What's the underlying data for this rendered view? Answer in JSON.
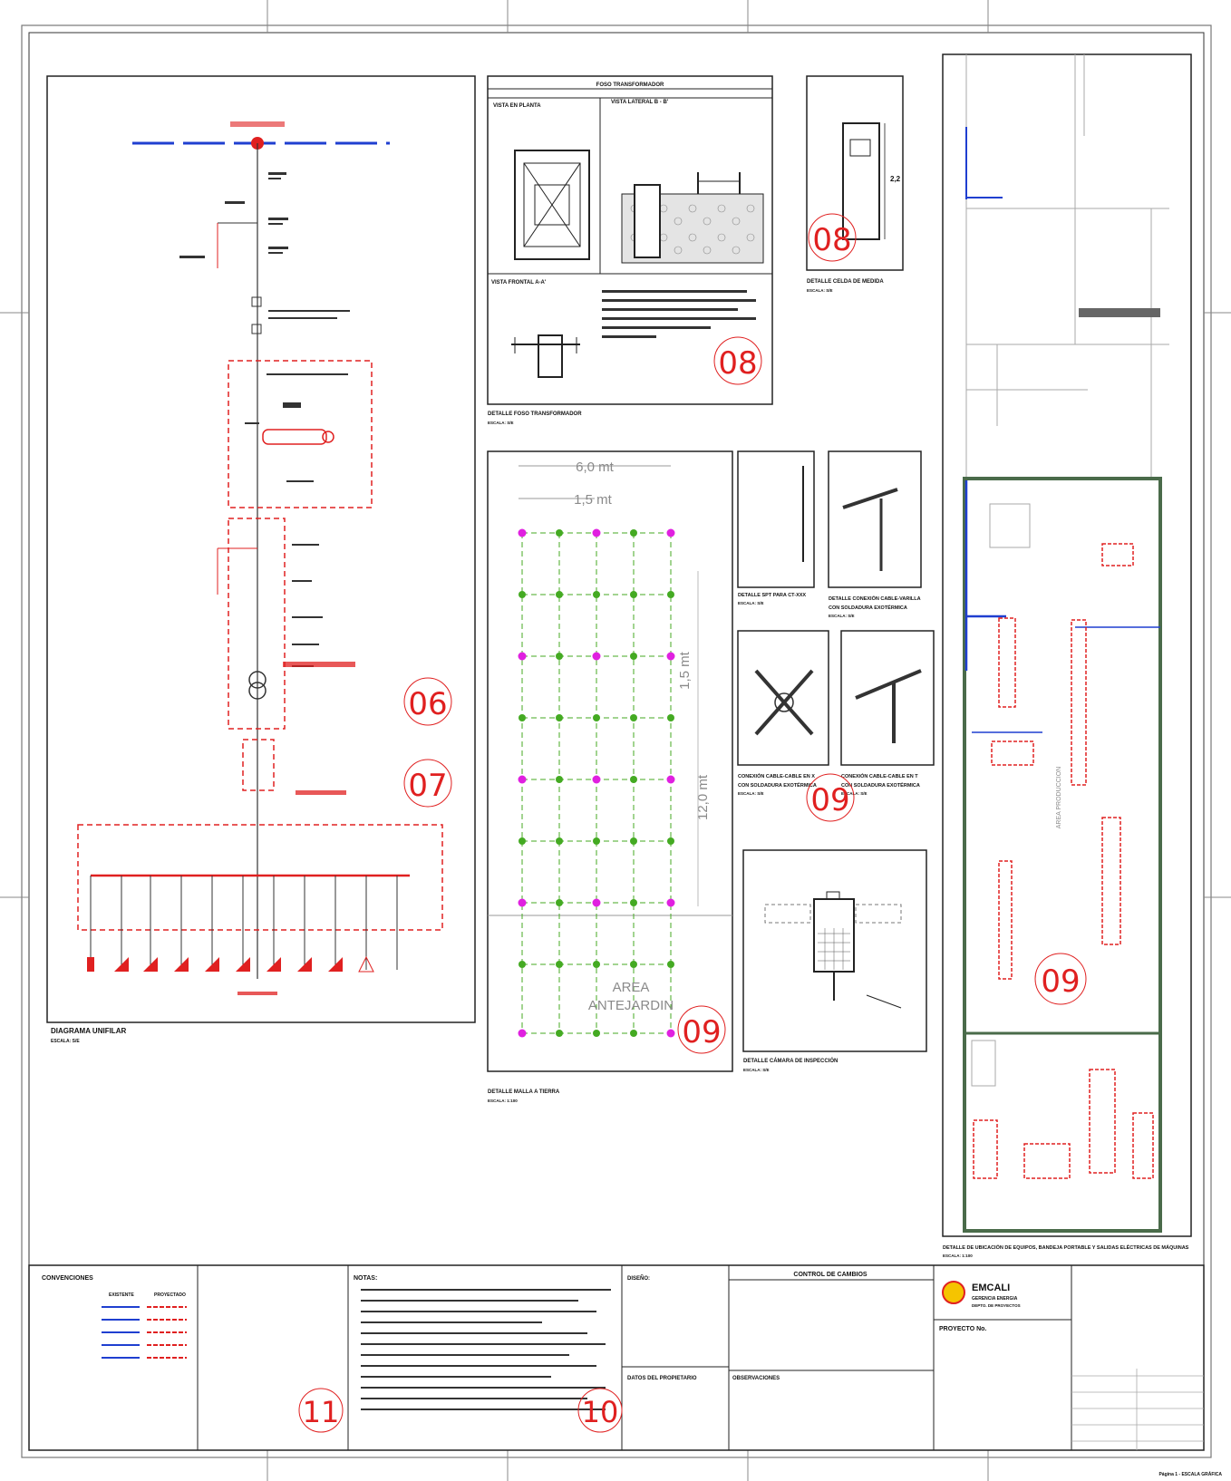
{
  "colors": {
    "accent_red": "#e02020",
    "bus_blue": "#1f3fd0",
    "grid_green": "#44aa22",
    "rod_magenta": "#e020e0",
    "wall_green": "#4a6b4a",
    "logo_yellow": "#f5c400"
  },
  "single_line": {
    "title": "DIAGRAMA UNIFILAR",
    "scale": "ESCALA: S/E",
    "callouts": [
      "06",
      "07"
    ]
  },
  "transformer_pit": {
    "header": "FOSO TRANSFORMADOR",
    "plan_view": "VISTA EN PLANTA",
    "side_view": "VISTA LATERAL B - B'",
    "front_view": "VISTA FRONTAL A-A'",
    "callout": "08",
    "title": "DETALLE FOSO TRANSFORMADOR",
    "scale": "ESCALA: S/E"
  },
  "meter_cell": {
    "callout": "08",
    "dim": "2,2",
    "title": "DETALLE CELDA DE MEDIDA",
    "scale": "ESCALA: S/E"
  },
  "ground_grid": {
    "dim_total_width": "6,0 mt",
    "dim_spacing": "1,5 mt",
    "dim_vertical_spacing": "1,5 mt",
    "dim_total_height": "12,0 mt",
    "area_line1": "AREA",
    "area_line2": "ANTEJARDIN",
    "callout": "09",
    "title": "DETALLE MALLA A TIERRA",
    "scale": "ESCALA: 1:100"
  },
  "small_details": [
    {
      "title_line1": "DETALLE SPT PARA CT-XXX",
      "title_line2": "",
      "scale": "ESCALA: S/E"
    },
    {
      "title_line1": "DETALLE CONEXIÓN CABLE-VARILLA",
      "title_line2": "CON SOLDADURA EXOTÉRMICA",
      "scale": "ESCALA: S/E"
    },
    {
      "title_line1": "CONEXIÓN CABLE-CABLE EN X",
      "title_line2": "CON SOLDADURA EXOTÉRMICA",
      "scale": "ESCALA: S/E"
    },
    {
      "title_line1": "CONEXIÓN CABLE-CABLE EN T",
      "title_line2": "CON SOLDADURA EXOTÉRMICA",
      "scale": "ESCALA: S/E"
    }
  ],
  "small_details_callout": "09",
  "inspection_chamber": {
    "title": "DETALLE CÁMARA DE INSPECCIÓN",
    "scale": "ESCALA: S/E"
  },
  "floor_plan": {
    "area_label": "AREA PRODUCCION",
    "callout": "09",
    "title": "DETALLE DE UBICACIÓN DE EQUIPOS, BANDEJA PORTABLE Y SALIDAS ELÉCTRICAS DE MÁQUINAS",
    "scale": "ESCALA: 1:100"
  },
  "title_block": {
    "conventions_header": "CONVENCIONES",
    "col_existente": "EXISTENTE",
    "col_proyectado": "PROYECTADO",
    "conventions_callout": "11",
    "notes_header": "NOTAS:",
    "notes_callout": "10",
    "design_header": "DISEÑO:",
    "owner_header": "DATOS DEL PROPIETARIO",
    "change_control": "CONTROL DE CAMBIOS",
    "observations": "OBSERVACIONES",
    "company": "EMCALI",
    "company_sub1": "GERENCIA ENERGIA",
    "company_sub2": "DEPTO. DE PROYECTOS",
    "project_label": "PROYECTO No.",
    "footer_text": "Página 1 - ESCALA GRÁFICA"
  }
}
